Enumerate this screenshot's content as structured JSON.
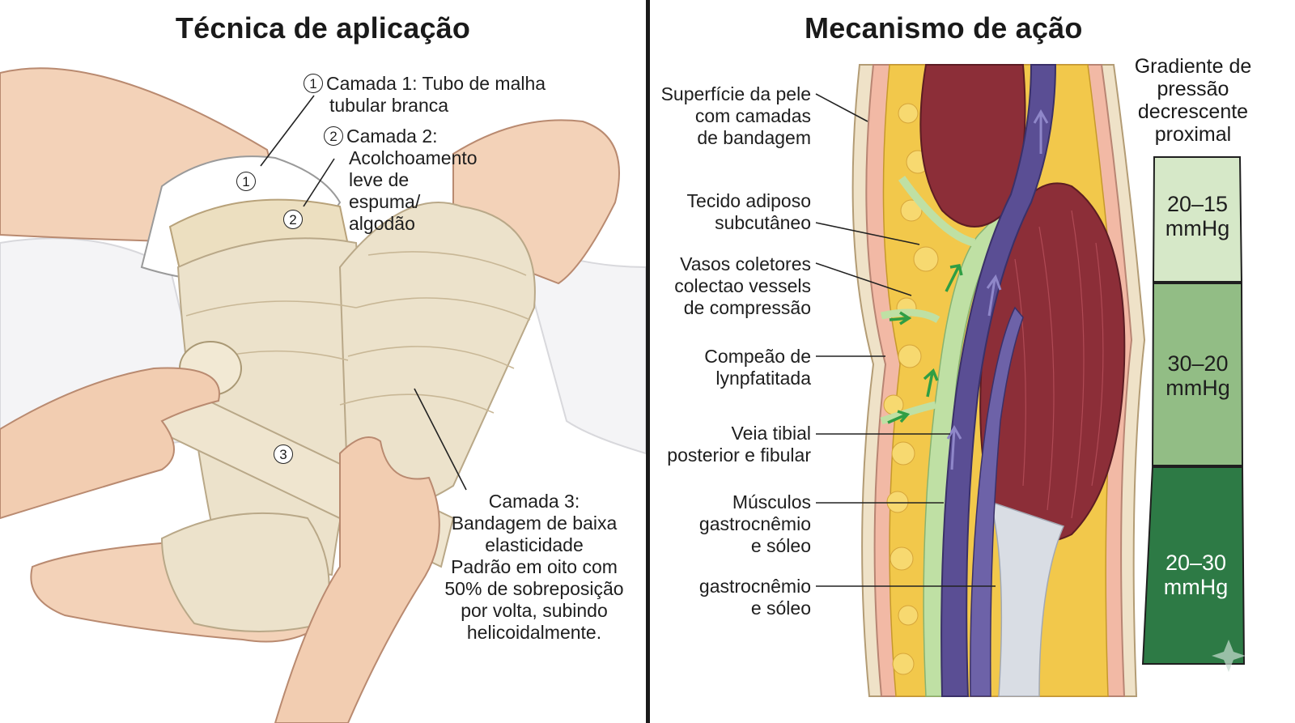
{
  "left": {
    "title": "Técnica de aplicação",
    "layer1": {
      "num": "1",
      "line1": "Camada 1: Tubo de malha",
      "line2": "tubular branca"
    },
    "layer2": {
      "num": "2",
      "line1": "Camada 2:",
      "line2": "Acolchoamento",
      "line3": "leve de",
      "line4": "espuma/",
      "line5": "algodão"
    },
    "marker1": "1",
    "marker2": "2",
    "marker3": "3",
    "layer3": {
      "line1": "Camada 3:",
      "line2": "Bandagem de baixa",
      "line3": "elasticidade",
      "line4": "Padrão em oito com",
      "line5": "50% de sobreposição",
      "line6": "por volta, subindo",
      "line7": "helicoidalmente."
    }
  },
  "right": {
    "title": "Mecanismo de ação",
    "labels": {
      "skin": [
        "Superfície da pele",
        "com camadas",
        "de bandagem"
      ],
      "fat": [
        "Tecido adiposo",
        "subcutâneo"
      ],
      "vessels": [
        "Vasos coletores",
        "colectao vessels",
        "de compressão"
      ],
      "lymph": [
        "Compeão de",
        "lynpfatitada"
      ],
      "vein": [
        "Veia tibial",
        "posterior e fibular"
      ],
      "muscles": [
        "Músculos",
        "gastrocnêmio",
        "e sóleo"
      ],
      "muscles2": [
        "gastrocnêmio",
        "e sóleo"
      ]
    },
    "gradient": {
      "title": [
        "Gradiente de",
        "pressão",
        "decrescente",
        "proximal"
      ],
      "segments": [
        {
          "line1": "20–15",
          "line2": "mmHg",
          "color": "#d6e8c8"
        },
        {
          "line1": "30–20",
          "line2": "mmHg",
          "color": "#92bd85"
        },
        {
          "line1": "20–30",
          "line2": "mmHg",
          "color": "#2d7a45"
        }
      ]
    }
  },
  "colors": {
    "bandage": "#ece2cb",
    "skin": "#f3d2b8",
    "fat": "#f2c84b",
    "muscle": "#8c2e38",
    "vein": "#5a4e94",
    "lymph": "#bfe0a4"
  }
}
